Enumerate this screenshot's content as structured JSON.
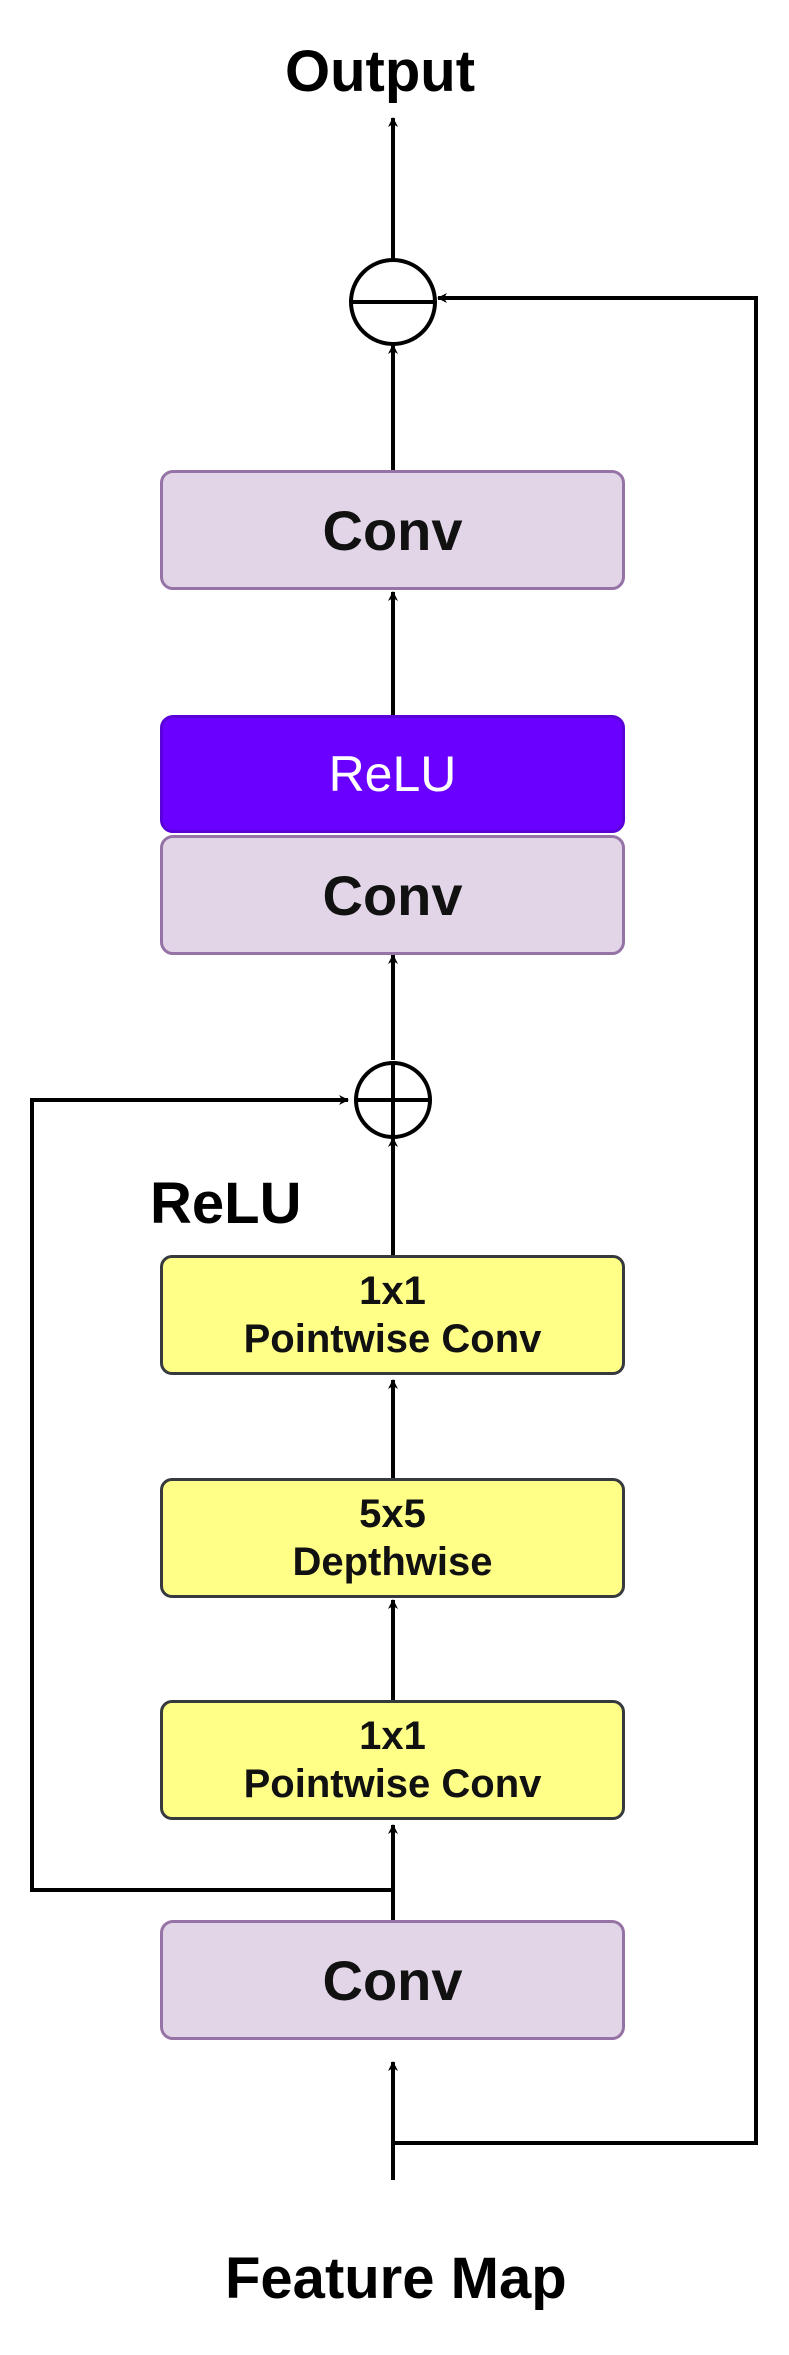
{
  "labels": {
    "output": "Output",
    "feature_map": "Feature Map",
    "relu_side": "ReLU"
  },
  "blocks": {
    "conv_top": "Conv",
    "relu_top": "ReLU",
    "conv_mid": "Conv",
    "pw1": {
      "line1": "1x1",
      "line2": "Pointwise Conv"
    },
    "dw": {
      "line1": "5x5",
      "line2": "Depthwise"
    },
    "pw2": {
      "line1": "1x1",
      "line2": "Pointwise Conv"
    },
    "conv_bottom": "Conv"
  },
  "operators": {
    "subtract": "−",
    "add": "+"
  },
  "colors": {
    "conv_fill": "#e1d5e7",
    "conv_border": "#9673a6",
    "relu_fill": "#6a00ff",
    "yellow_fill": "#ffff88",
    "line": "#000000"
  }
}
